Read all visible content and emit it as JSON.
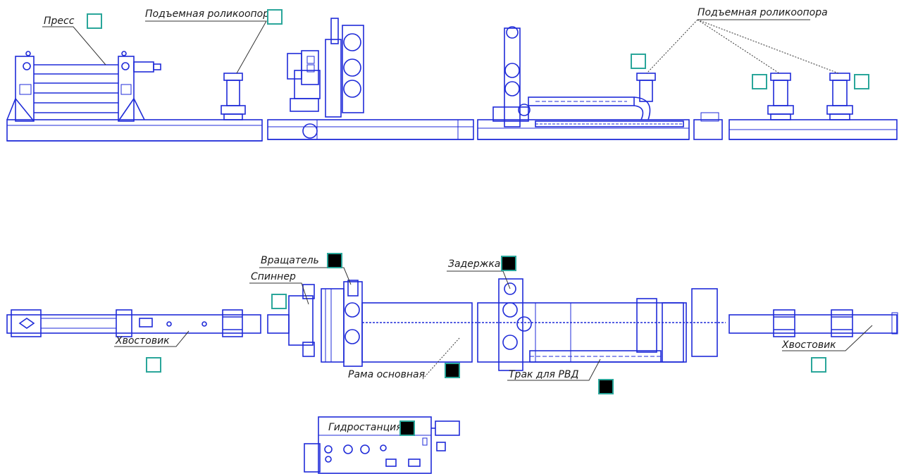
{
  "labels": {
    "press": "Пресс",
    "roller_support_left": "Подъемная роликоопора",
    "roller_support_right": "Подъемная роликоопора",
    "rotator": "Вращатель",
    "spinner": "Спиннер",
    "delay": "Задержка",
    "tail_left": "Хвостовик",
    "tail_right": "Хвостовик",
    "main_frame": "Рама основная",
    "hose_track": "Трак для РВД",
    "hydraulic_station": "Гидростанция"
  },
  "marker_colors": {
    "accent": "#2aa69a",
    "solid": "#000000",
    "drawing": "#1f2bd8"
  }
}
